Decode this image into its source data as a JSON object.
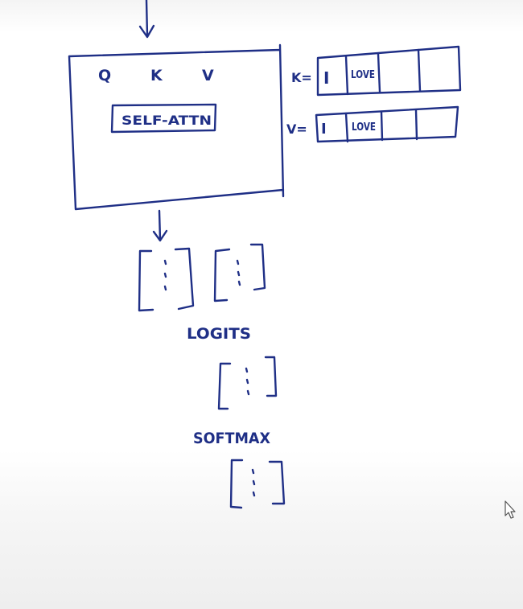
{
  "colors": {
    "ink": "#1f2f86",
    "board": "#ffffff"
  },
  "block": {
    "q": "Q",
    "k": "K",
    "v": "V",
    "self_attn": "SELF-ATTN"
  },
  "cache": {
    "k_label": "K=",
    "v_label": "V=",
    "k_cells": [
      "I",
      "LOVE",
      "",
      ""
    ],
    "v_cells": [
      "I",
      "LOVE",
      "",
      ""
    ]
  },
  "labels": {
    "logits": "LOGITS",
    "softmax": "SOFTMAX"
  },
  "icons": {
    "cursor": "mouse-cursor-icon"
  }
}
